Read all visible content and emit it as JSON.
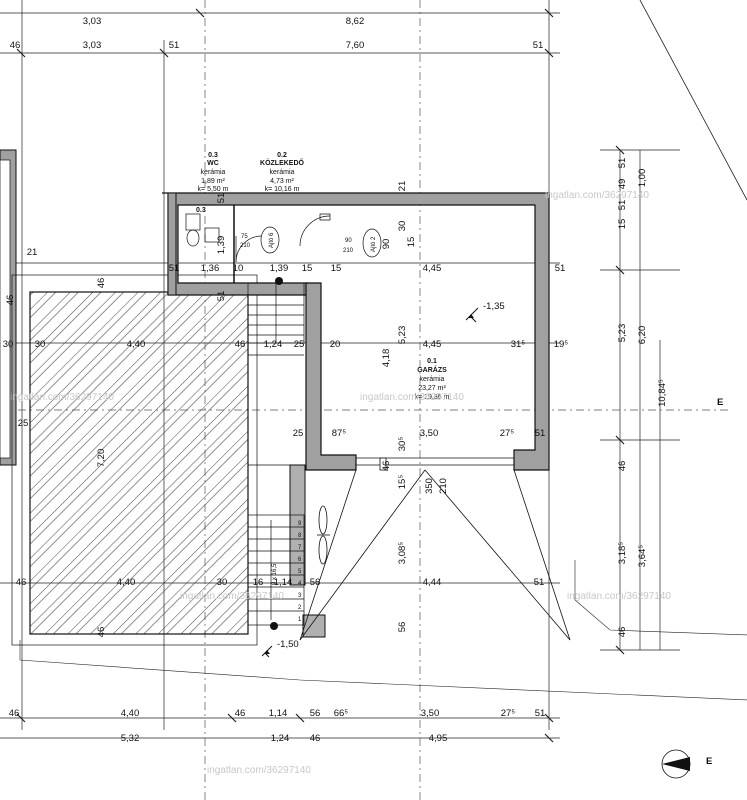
{
  "top_dims": {
    "row1": [
      "3,03",
      "8,62"
    ],
    "row2": [
      "46",
      "3,03",
      "51",
      "7,60",
      "51"
    ]
  },
  "rooms": {
    "wc": {
      "number": "0.3",
      "name": "WC",
      "floor": "kerámia",
      "area": "1,89 m²",
      "perimeter": "k= 5,50 m"
    },
    "corridor": {
      "number": "0.2",
      "name": "KÖZLEKEDŐ",
      "floor": "kerámia",
      "area": "4,73 m²",
      "perimeter": "k= 10,16 m"
    },
    "garage": {
      "number": "0.1",
      "name": "GARÁZS",
      "floor": "kerámia",
      "area": "23,27 m²",
      "perimeter": "k= 19,36 m"
    }
  },
  "small_room_label": "0.3",
  "doors": [
    {
      "tag": "Ajtó 6",
      "size": "75\n210"
    },
    {
      "tag": "Ajtó 2",
      "size": "90\n210"
    }
  ],
  "levels": [
    "-1,35",
    "-1,50"
  ],
  "inner_dims": {
    "row_a": [
      "51",
      "1,36",
      "10",
      "1,39",
      "15",
      "15",
      "4,45",
      "51"
    ],
    "row_b": [
      "30",
      "4,40",
      "46",
      "1,24",
      "25",
      "20",
      "4,45",
      "31⁵",
      "19⁵"
    ],
    "row_c": [
      "25",
      "87⁵",
      "3,50",
      "27⁵",
      "51"
    ],
    "row_d": [
      "46",
      "4,40",
      "30",
      "16",
      "1,14",
      "56",
      "4,44",
      "51"
    ],
    "left_side": [
      "21",
      "30",
      "25"
    ],
    "verticals": [
      "51",
      "1,39",
      "51",
      "21",
      "30",
      "15",
      "90",
      "5,23",
      "4,18",
      "30⁵",
      "46",
      "15⁵",
      "350",
      "210",
      "3,08⁵",
      "56",
      "7,20",
      "46",
      "46",
      "46"
    ]
  },
  "right_dims": [
    "51",
    "49",
    "51",
    "1,00",
    "15",
    "5,23",
    "6,20",
    "10,84⁵",
    "46",
    "3,18⁵",
    "3,64⁵",
    "46"
  ],
  "bottom_dims": {
    "row1": [
      "46",
      "4,40",
      "46",
      "1,14",
      "56",
      "66⁵",
      "3,50",
      "27⁵",
      "51"
    ],
    "row2": [
      "5,32",
      "1,24",
      "46",
      "4,95"
    ]
  },
  "stair_numbers": [
    "1",
    "2",
    "3",
    "4",
    "5",
    "6",
    "7",
    "8",
    "9"
  ],
  "stair_label": "9 x 16,5",
  "section_mark": "E",
  "north_mark": "E",
  "watermark": "ingatlan.com/36297140",
  "colors": {
    "wall": "#a0a0a0",
    "line": "#111111",
    "hatch": "#444444",
    "dash": "#555555"
  }
}
